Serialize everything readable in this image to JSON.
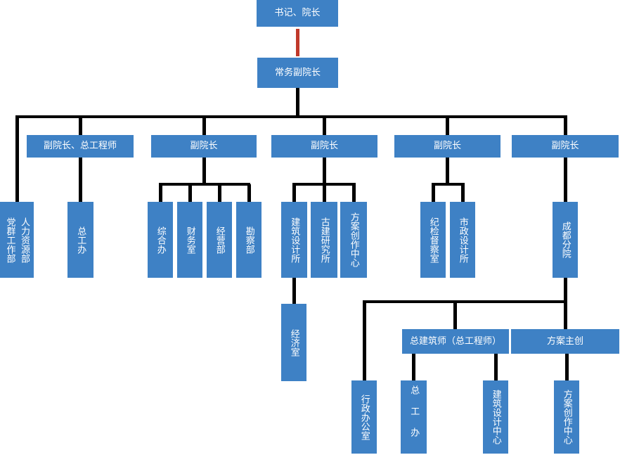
{
  "org_chart": {
    "colors": {
      "node_fill": "#3E81C5",
      "node_text": "#FFFFFF",
      "connector": "#000000",
      "top_connector": "#C0392B"
    },
    "nodes": {
      "secretary_president": "书记、院长",
      "executive_vice_president": "常务副院长",
      "vp_chief_engineer": "副院长、总工程师",
      "vice_president": "副院长",
      "party_mass_work_dept": "党群工作部",
      "human_resources_dept": "人力资源部",
      "chief_engineer_office": "总工办",
      "general_office": "综合办",
      "finance_office": "财务室",
      "business_dept": "经营部",
      "survey_dept": "勘察部",
      "architectural_design_institute": "建筑设计所",
      "ancient_architecture_research_institute": "古建研究所",
      "scheme_creation_center": "方案创作中心",
      "discipline_inspection_office": "纪检督察室",
      "municipal_design_institute": "市政设计所",
      "chengdu_branch": "成都分院",
      "economics_office": "经济室",
      "chief_architect_chief_engineer": "总建筑师（总工程师）",
      "scheme_lead": "方案主创",
      "administrative_office": "行政办公室",
      "architectural_design_center": "建筑设计中心"
    }
  }
}
